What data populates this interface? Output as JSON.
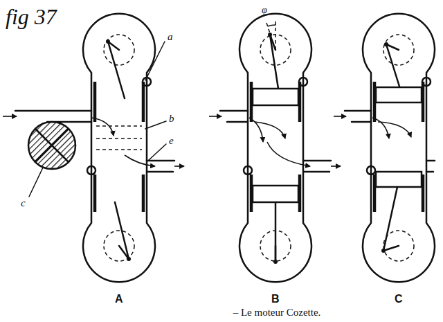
{
  "diagram": {
    "caption": "– Le moteur Cozette.",
    "labels": [
      "fig 37",
      "a",
      "b",
      "c",
      "e",
      "φ",
      "A",
      "B",
      "C"
    ]
  }
}
